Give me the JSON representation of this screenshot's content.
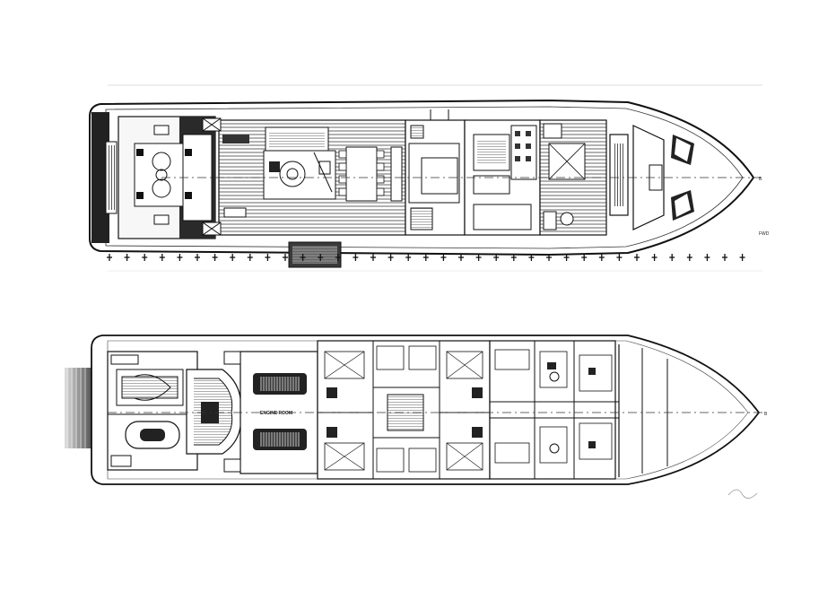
{
  "upper_deck": {
    "mark_right": "B",
    "mark_small": "FWD"
  },
  "lower_deck": {
    "engine_room_label": "ENGINE ROOM",
    "mark_right": "B"
  }
}
